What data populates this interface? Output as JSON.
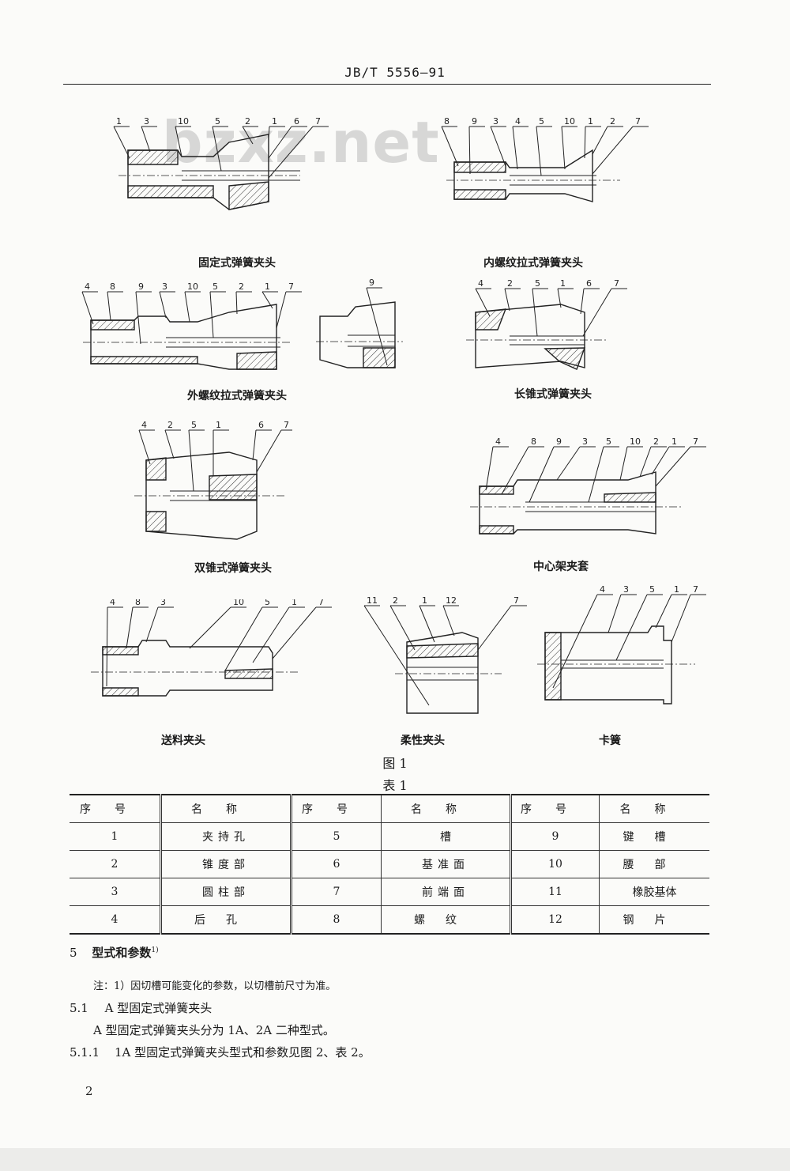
{
  "header": {
    "standard": "JB/T 5556—91"
  },
  "watermark": "bzxz.net",
  "figures": [
    {
      "caption": "固定式弹簧夹头",
      "callouts": [
        "1",
        "3",
        "10",
        "5",
        "2",
        "1",
        "6",
        "7"
      ]
    },
    {
      "caption": "内螺纹拉式弹簧夹头",
      "callouts": [
        "8",
        "9",
        "3",
        "4",
        "5",
        "10",
        "1",
        "2",
        "7"
      ]
    },
    {
      "caption": "外螺纹拉式弹簧夹头",
      "callouts": [
        "4",
        "8",
        "9",
        "3",
        "10",
        "5",
        "2",
        "1",
        "7"
      ],
      "detail_callouts": [
        "9"
      ]
    },
    {
      "caption": "长锥式弹簧夹头",
      "callouts": [
        "4",
        "2",
        "5",
        "1",
        "6",
        "7"
      ]
    },
    {
      "caption": "双锥式弹簧夹头",
      "callouts": [
        "4",
        "2",
        "5",
        "1",
        "6",
        "7"
      ]
    },
    {
      "caption": "中心架夹套",
      "callouts": [
        "4",
        "8",
        "9",
        "3",
        "5",
        "10",
        "2",
        "1",
        "7"
      ]
    },
    {
      "caption": "送料夹头",
      "callouts": [
        "4",
        "8",
        "3",
        "10",
        "5",
        "1",
        "7"
      ]
    },
    {
      "caption": "柔性夹头",
      "callouts": [
        "11",
        "2",
        "1",
        "12",
        "7"
      ]
    },
    {
      "caption": "卡簧",
      "callouts": [
        "4",
        "3",
        "5",
        "1",
        "7"
      ]
    }
  ],
  "figure_label": "图 1",
  "table_label": "表 1",
  "table": {
    "headers": [
      "序号",
      "名称",
      "序号",
      "名称",
      "序号",
      "名称"
    ],
    "rows": [
      [
        "1",
        "夹持孔",
        "5",
        "槽",
        "9",
        "键槽"
      ],
      [
        "2",
        "锥度部",
        "6",
        "基准面",
        "10",
        "腰部"
      ],
      [
        "3",
        "圆柱部",
        "7",
        "前端面",
        "11",
        "橡胶基体"
      ],
      [
        "4",
        "后孔",
        "8",
        "螺纹",
        "12",
        "钢片"
      ]
    ]
  },
  "section": {
    "s5_num": "5",
    "s5_title": "型式和参数",
    "s5_sup": "1)",
    "note": "注：1）因切槽可能变化的参数，以切槽前尺寸为准。",
    "s51_num": "5.1",
    "s51_title": "A 型固定式弹簧夹头",
    "s51_body": "A 型固定式弹簧夹头分为 1A、2A 二种型式。",
    "s511_num": "5.1.1",
    "s511_body": "1A 型固定式弹簧夹头型式和参数见图 2、表 2。"
  },
  "page_number": "2"
}
